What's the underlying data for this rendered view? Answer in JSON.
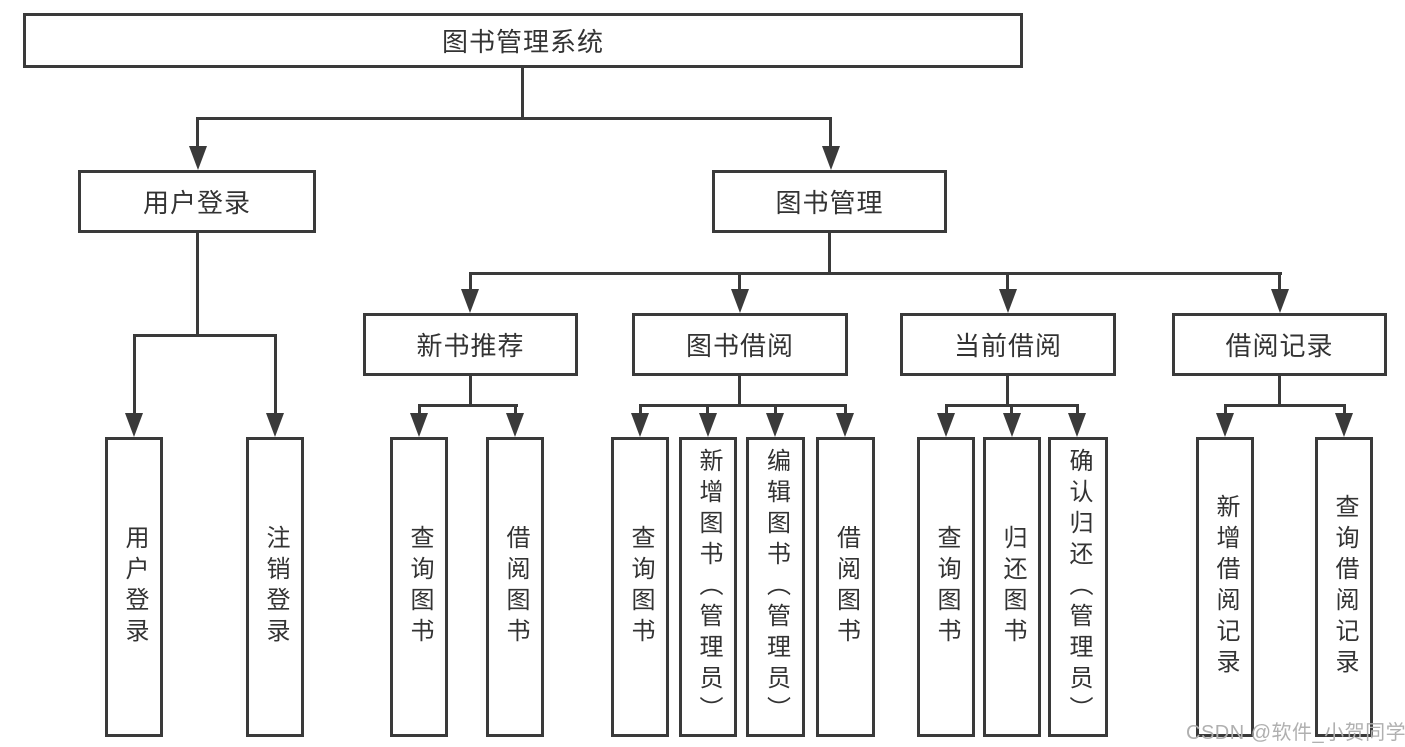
{
  "diagram": {
    "root": {
      "label": "图书管理系统"
    },
    "branches": [
      {
        "label": "用户登录",
        "leaves": [
          {
            "label": "用户登录"
          },
          {
            "label": "注销登录"
          }
        ]
      },
      {
        "label": "图书管理",
        "sections": [
          {
            "label": "新书推荐",
            "leaves": [
              {
                "label": "查询图书"
              },
              {
                "label": "借阅图书"
              }
            ]
          },
          {
            "label": "图书借阅",
            "leaves": [
              {
                "label": "查询图书"
              },
              {
                "label": "新增图书（管理员）"
              },
              {
                "label": "编辑图书（管理员）"
              },
              {
                "label": "借阅图书"
              }
            ]
          },
          {
            "label": "当前借阅",
            "leaves": [
              {
                "label": "查询图书"
              },
              {
                "label": "归还图书"
              },
              {
                "label": "确认归还（管理员）"
              }
            ]
          },
          {
            "label": "借阅记录",
            "leaves": [
              {
                "label": "新增借阅记录"
              },
              {
                "label": "查询借阅记录"
              }
            ]
          }
        ]
      }
    ]
  },
  "watermark": {
    "text": "CSDN @软件_小贺同学"
  },
  "colors": {
    "line": "#3a3a3a",
    "text": "#333333",
    "watermark": "#b0b0b0",
    "background": "#ffffff"
  }
}
